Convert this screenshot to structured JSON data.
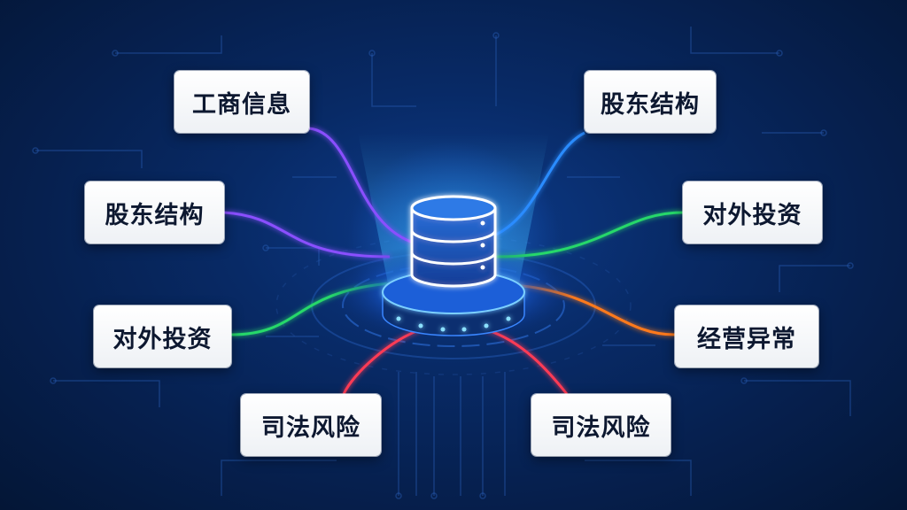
{
  "nodes": [
    {
      "label": "工商信息",
      "color": "#8a4fff"
    },
    {
      "label": "股东结构",
      "color": "#2a8cff"
    },
    {
      "label": "股东结构",
      "color": "#8a4fff"
    },
    {
      "label": "对外投资",
      "color": "#27d86a"
    },
    {
      "label": "对外投资",
      "color": "#27d86a"
    },
    {
      "label": "经营异常",
      "color": "#ff7a1a"
    },
    {
      "label": "司法风险",
      "color": "#ff3b55"
    },
    {
      "label": "司法风险",
      "color": "#ff3b55"
    }
  ],
  "center": {
    "icon": "database-icon"
  }
}
